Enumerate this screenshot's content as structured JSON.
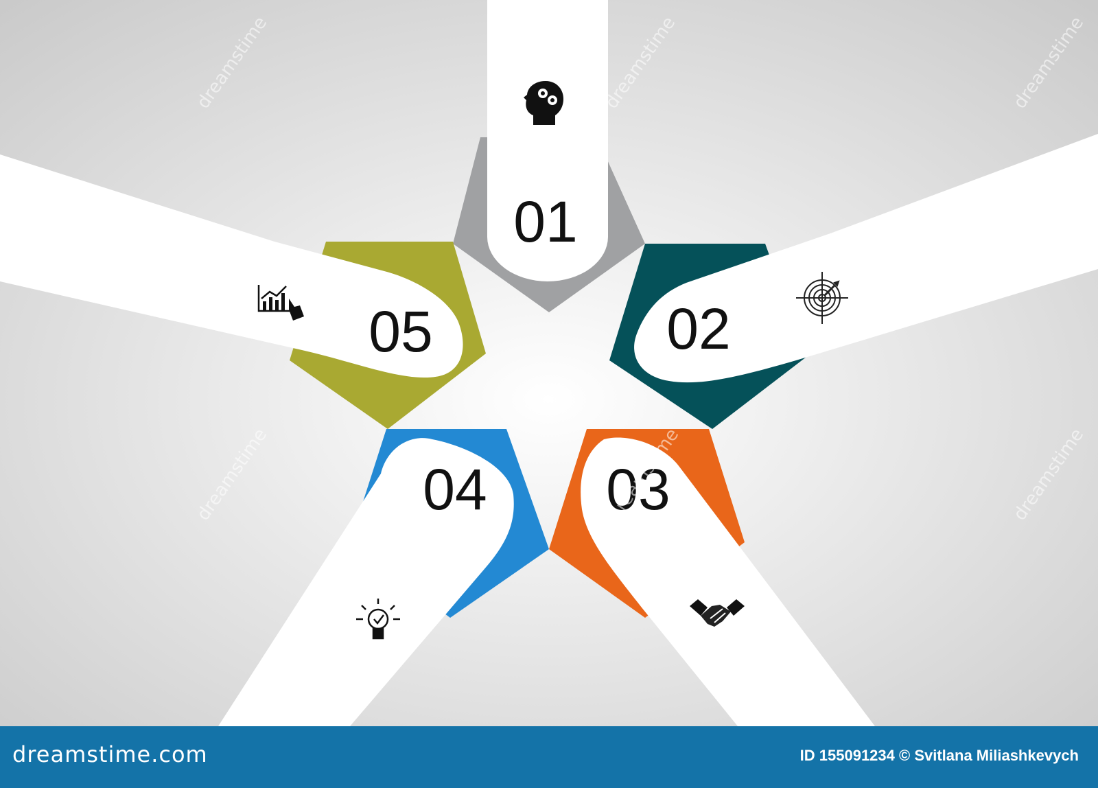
{
  "diagram": {
    "steps": [
      {
        "number": "01",
        "icon": "head-gears-icon",
        "color": "#a0a1a3"
      },
      {
        "number": "02",
        "icon": "target-icon",
        "color": "#055159"
      },
      {
        "number": "03",
        "icon": "handshake-icon",
        "color": "#e9661a"
      },
      {
        "number": "04",
        "icon": "lightbulb-check-icon",
        "color": "#2389d3"
      },
      {
        "number": "05",
        "icon": "growth-chart-hand-icon",
        "color": "#a9a932"
      }
    ]
  },
  "watermark": {
    "text": "dreamstime"
  },
  "footer": {
    "logo": "dreamstime.com",
    "credit": "ID 155091234 © Svitlana Miliashkevych",
    "color": "#1473a8"
  }
}
